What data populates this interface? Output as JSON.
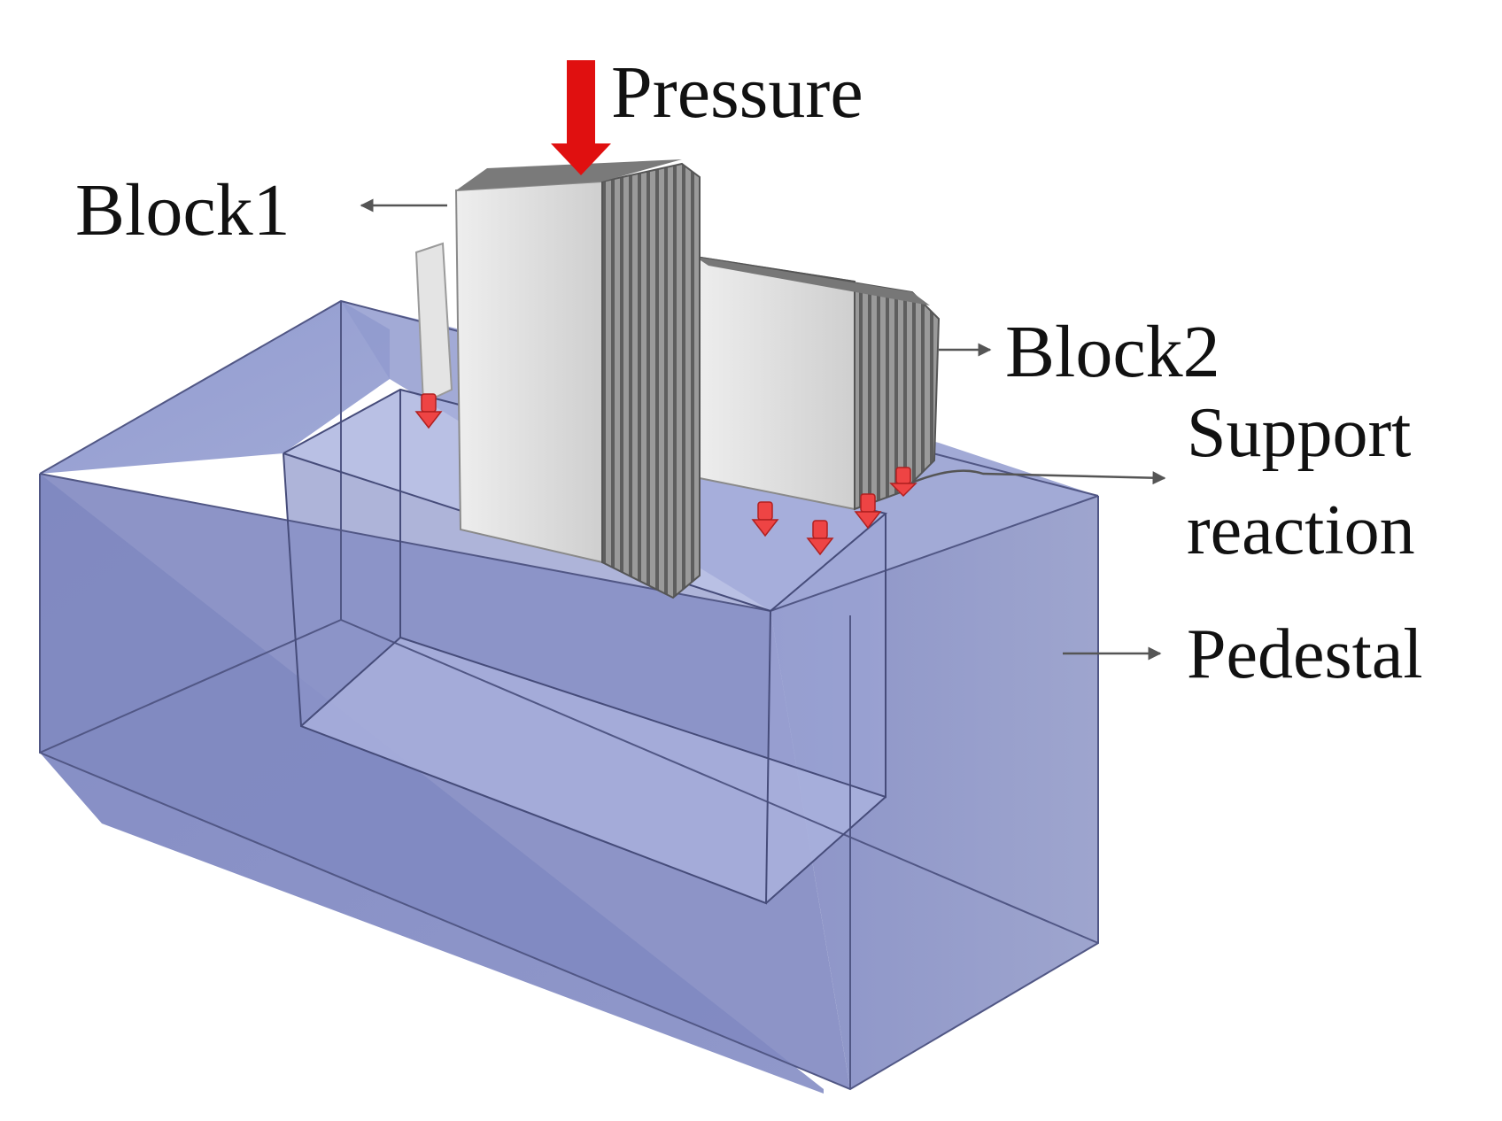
{
  "labels": {
    "pressure": "Pressure",
    "block1": "Block1",
    "block2": "Block2",
    "support_line1": "Support",
    "support_line2": "reaction",
    "pedestal": "Pedestal"
  },
  "colors": {
    "pedestal_fill": "#7c86c0",
    "pedestal_edge": "#4a5080",
    "block_face": "#d9d9d9",
    "block_ribs": "#8a8a8a",
    "pressure_arrow": "#e01010",
    "support_arrows": "#ee4444",
    "leader_arrow": "#555555"
  }
}
